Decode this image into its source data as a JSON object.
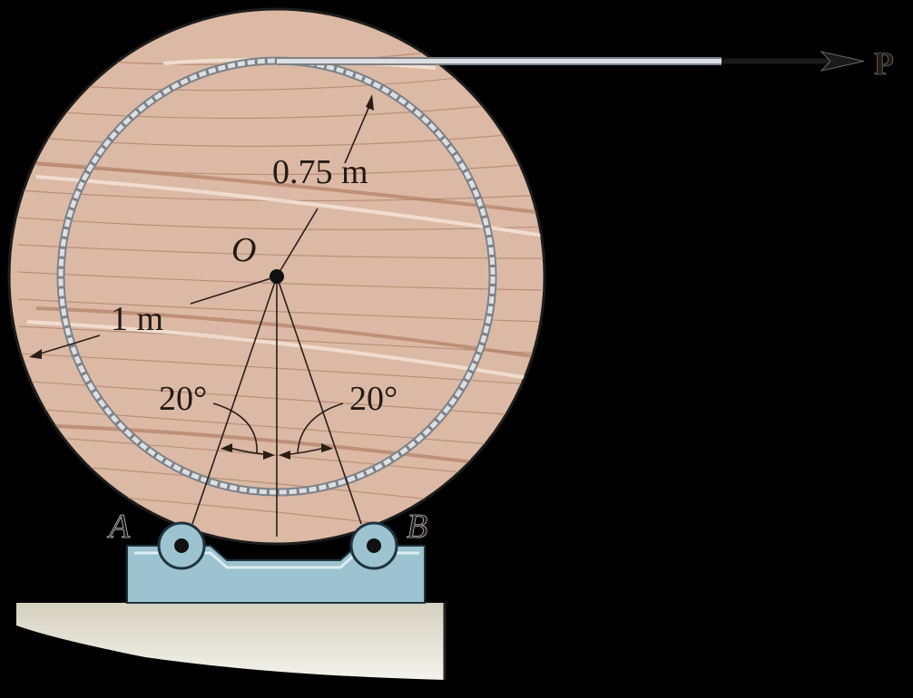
{
  "figure": {
    "labels": {
      "force": "P",
      "center": "O",
      "inner_radius": "0.75 m",
      "outer_radius": "1 m",
      "angle_left": "20°",
      "angle_right": "20°",
      "support_a": "A",
      "support_b": "B"
    },
    "colors": {
      "background": "#000000",
      "wood": "#dcb9a4",
      "wood_grain": "#b8907a",
      "rope": "#c9cdd2",
      "support": "#9cc3cf",
      "ground": "#d6d3c2"
    }
  }
}
